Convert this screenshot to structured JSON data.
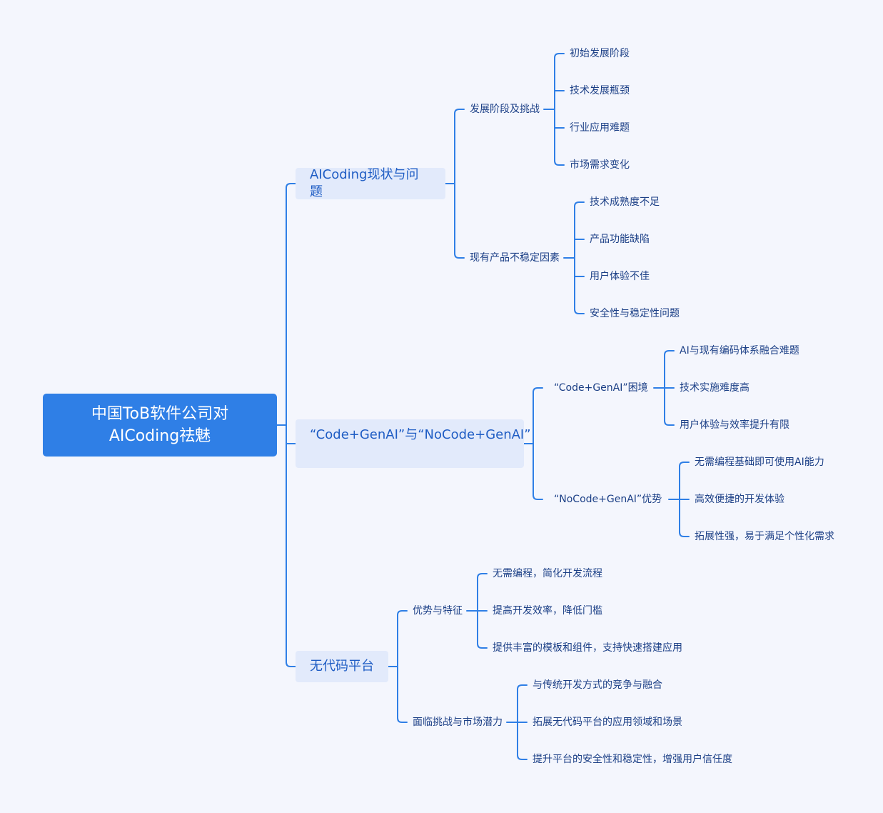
{
  "root": {
    "line1": "中国ToB软件公司对",
    "line2": "AICoding祛魅"
  },
  "branches": [
    {
      "label": "AICoding现状与问题",
      "children": [
        {
          "label": "发展阶段及挑战",
          "leaves": [
            "初始发展阶段",
            "技术发展瓶颈",
            "行业应用难题",
            "市场需求变化"
          ]
        },
        {
          "label": "现有产品不稳定因素",
          "leaves": [
            "技术成熟度不足",
            "产品功能缺陷",
            "用户体验不佳",
            "安全性与稳定性问题"
          ]
        }
      ]
    },
    {
      "label": "“Code+GenAI”与“NoCode+GenAI”",
      "children": [
        {
          "label": "“Code+GenAI”困境",
          "leaves": [
            "AI与现有编码体系融合难题",
            "技术实施难度高",
            "用户体验与效率提升有限"
          ]
        },
        {
          "label": "“NoCode+GenAI”优势",
          "leaves": [
            "无需编程基础即可使用AI能力",
            "高效便捷的开发体验",
            "拓展性强，易于满足个性化需求"
          ]
        }
      ]
    },
    {
      "label": "无代码平台",
      "children": [
        {
          "label": "优势与特征",
          "leaves": [
            "无需编程，简化开发流程",
            "提高开发效率，降低门槛",
            "提供丰富的模板和组件，支持快速搭建应用"
          ]
        },
        {
          "label": "面临挑战与市场潜力",
          "leaves": [
            "与传统开发方式的竞争与融合",
            "拓展无代码平台的应用领域和场景",
            "提升平台的安全性和稳定性，增强用户信任度"
          ]
        }
      ]
    }
  ],
  "colors": {
    "line": "#2f7fe6",
    "root": "#2f7fe6",
    "branch_bg": "#e2eafb",
    "background": "#f4f6fd"
  }
}
